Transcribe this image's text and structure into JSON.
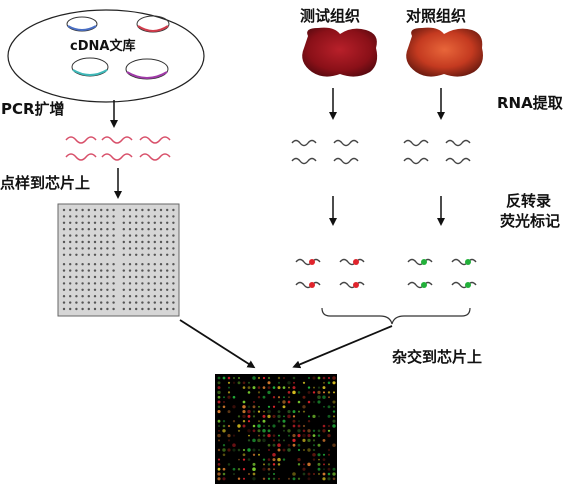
{
  "labels": {
    "library": "cDNA文库",
    "test_tissue": "测试组织",
    "control_tissue": "对照组织",
    "pcr": "PCR扩增",
    "rna": "RNA提取",
    "spotting": "点样到芯片上",
    "reverse_line1": "反转录",
    "reverse_line2": "荧光标记",
    "hybridize": "杂交到芯片上"
  },
  "colors": {
    "library_clones": [
      "#4a6fc4",
      "#d03c4c",
      "#3fb8b8",
      "#a03aa8"
    ],
    "pcr_product": "#d8506a",
    "rna_strand": "#444444",
    "test_label": "#e0242c",
    "control_label": "#22b03a",
    "chip_bg": "#d6d6d6",
    "array_bg": "#000000"
  }
}
